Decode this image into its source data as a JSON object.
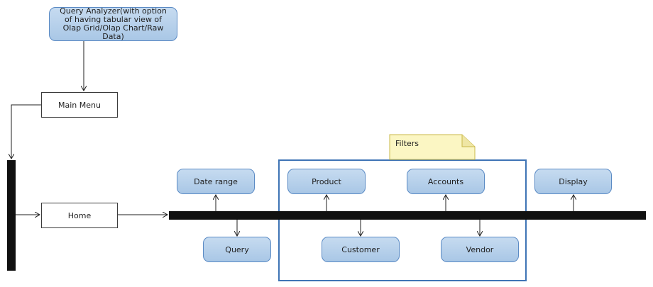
{
  "diagram": {
    "query_analyzer": "Query Analyzer(with option of having tabular view of Olap Grid/Olap Chart/Raw Data)",
    "main_menu": "Main Menu",
    "home": "Home",
    "date_range": "Date range",
    "query": "Query",
    "product": "Product",
    "customer": "Customer",
    "accounts": "Accounts",
    "vendor": "Vendor",
    "display": "Display",
    "filters": "Filters"
  },
  "colors": {
    "node_fill": "#b7d1ec",
    "node_border": "#5a8ac4",
    "note_fill": "#fbf6c3",
    "note_border": "#c9b84a",
    "filter_frame": "#3f74b5",
    "bar": "#111111"
  }
}
